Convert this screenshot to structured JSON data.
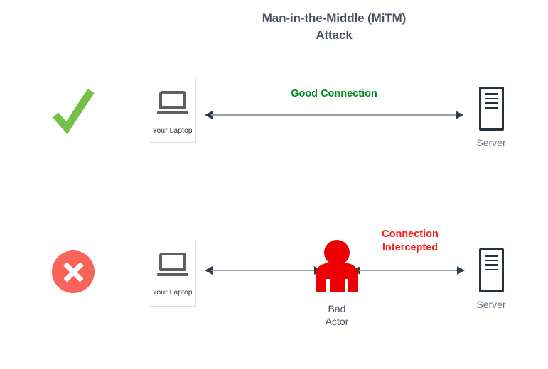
{
  "diagram": {
    "title_line1": "Man-in-the-Middle (MiTM)",
    "title_line2": "Attack",
    "colors": {
      "title": "#4a5262",
      "good_green": "#008a1e",
      "bad_red": "#fa1b1b",
      "check_green": "#72c04a",
      "x_circle_red": "#f8635a",
      "actor_red": "#ee0000",
      "server_dark": "#252f3e",
      "laptop_gray": "#5f5f5f",
      "arrow_shaft": "#9aa0a6",
      "arrow_head": "#2f3a4a",
      "divider": "#b0b4b9"
    }
  },
  "good_row": {
    "status_icon": "green-check-icon",
    "laptop": {
      "icon": "laptop-icon",
      "label": "Your Laptop"
    },
    "connection": {
      "label": "Good Connection",
      "arrow": "double-headed-arrow"
    },
    "server": {
      "icon": "server-icon",
      "label": "Server"
    }
  },
  "attack_row": {
    "status_icon": "red-x-circle-icon",
    "laptop": {
      "icon": "laptop-icon",
      "label": "Your Laptop"
    },
    "left_arrow": "double-headed-arrow",
    "actor": {
      "icon": "person-icon",
      "label_line1": "Bad",
      "label_line2": "Actor"
    },
    "right_arrow": "double-headed-arrow",
    "connection": {
      "label_line1": "Connection",
      "label_line2": "Intercepted"
    },
    "server": {
      "icon": "server-icon",
      "label": "Server"
    }
  }
}
